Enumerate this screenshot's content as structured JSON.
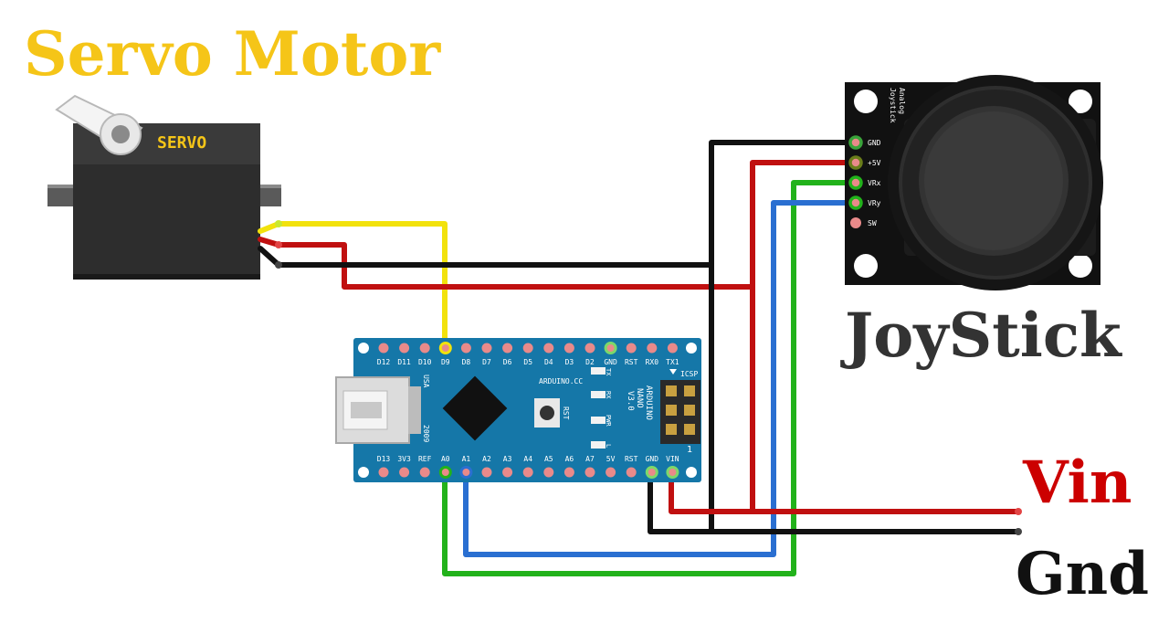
{
  "titles": {
    "servo": "Servo Motor",
    "joystick": "JoyStick",
    "vin": "Vin",
    "gnd": "Gnd"
  },
  "servo": {
    "body_label": "SERVO"
  },
  "arduino": {
    "top_pins": [
      "D12",
      "D11",
      "D10",
      "D9",
      "D8",
      "D7",
      "D6",
      "D5",
      "D4",
      "D3",
      "D2",
      "GND",
      "RST",
      "RX0",
      "TX1"
    ],
    "bottom_pins": [
      "D13",
      "3V3",
      "REF",
      "A0",
      "A1",
      "A2",
      "A3",
      "A4",
      "A5",
      "A6",
      "A7",
      "5V",
      "RST",
      "GND",
      "VIN"
    ],
    "usa": "USA",
    "year": "2009",
    "arduino_cc": "ARDUINO.CC",
    "rst": "RST",
    "leds": [
      "TX",
      "RX",
      "PWR",
      "L"
    ],
    "model_lines": [
      "ARDUINO",
      "NANO",
      "V3.0"
    ],
    "icsp": "ICSP",
    "icsp_pin1": "1"
  },
  "joystick": {
    "board_text": [
      "Analog",
      "Joystick"
    ],
    "pins": [
      "GND",
      "+5V",
      "VRx",
      "VRy",
      "SW"
    ]
  },
  "colors": {
    "title_servo": "#f5c518",
    "title_vin": "#cc0000",
    "title_dark": "#222222",
    "wire_black": "#111111",
    "wire_red": "#c01010",
    "wire_yellow": "#f2e20c",
    "wire_green": "#22b21b",
    "wire_blue": "#2a6fd1",
    "nano_board": "#1577a8",
    "joystick_board": "#111111"
  }
}
